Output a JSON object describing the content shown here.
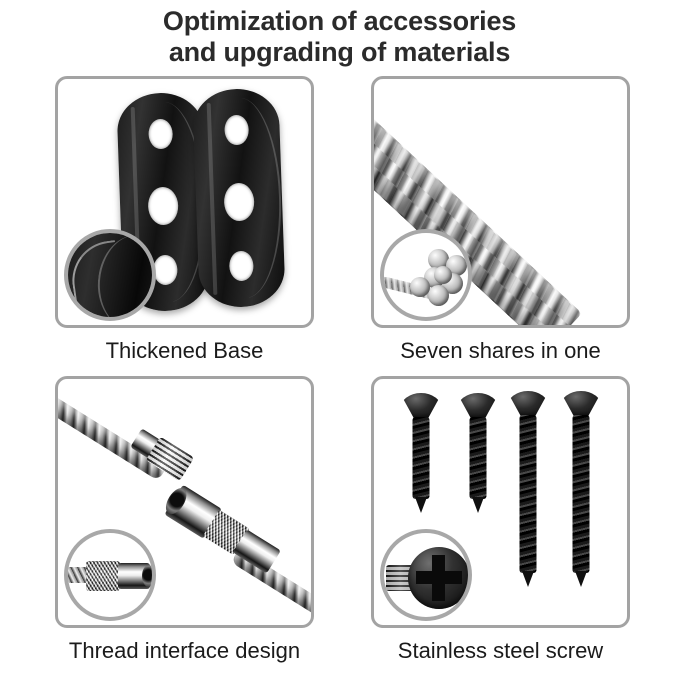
{
  "title": {
    "line1": "Optimization of accessories",
    "line2": "and upgrading of materials"
  },
  "colors": {
    "background": "#ffffff",
    "title_text": "#2b2b2b",
    "caption_text": "#1b1b1b",
    "panel_border": "#a3a3a3",
    "inset_ring": "#a8a8a8",
    "hardware_black": "#111111",
    "steel_silver": "#c8c8c8"
  },
  "features": [
    {
      "id": "thickened-base",
      "caption": "Thickened Base",
      "subject_icon": "mounting-base-plate",
      "inset_icon": "magnifier-edge-thickness-inset",
      "item_count": 2
    },
    {
      "id": "seven-shares-in-one",
      "caption": "Seven shares in one",
      "subject_icon": "braided-steel-wire-rope",
      "inset_icon": "wire-rope-cross-section-inset",
      "item_count": 1
    },
    {
      "id": "thread-interface-design",
      "caption": "Thread interface design",
      "subject_icon": "threaded-connector-coupling",
      "inset_icon": "knurled-sleeve-socket-inset",
      "item_count": 2
    },
    {
      "id": "stainless-steel-screw",
      "caption": "Stainless steel screw",
      "subject_icon": "black-flat-head-screw",
      "inset_icon": "phillips-screw-head-inset",
      "item_count": 4
    }
  ]
}
